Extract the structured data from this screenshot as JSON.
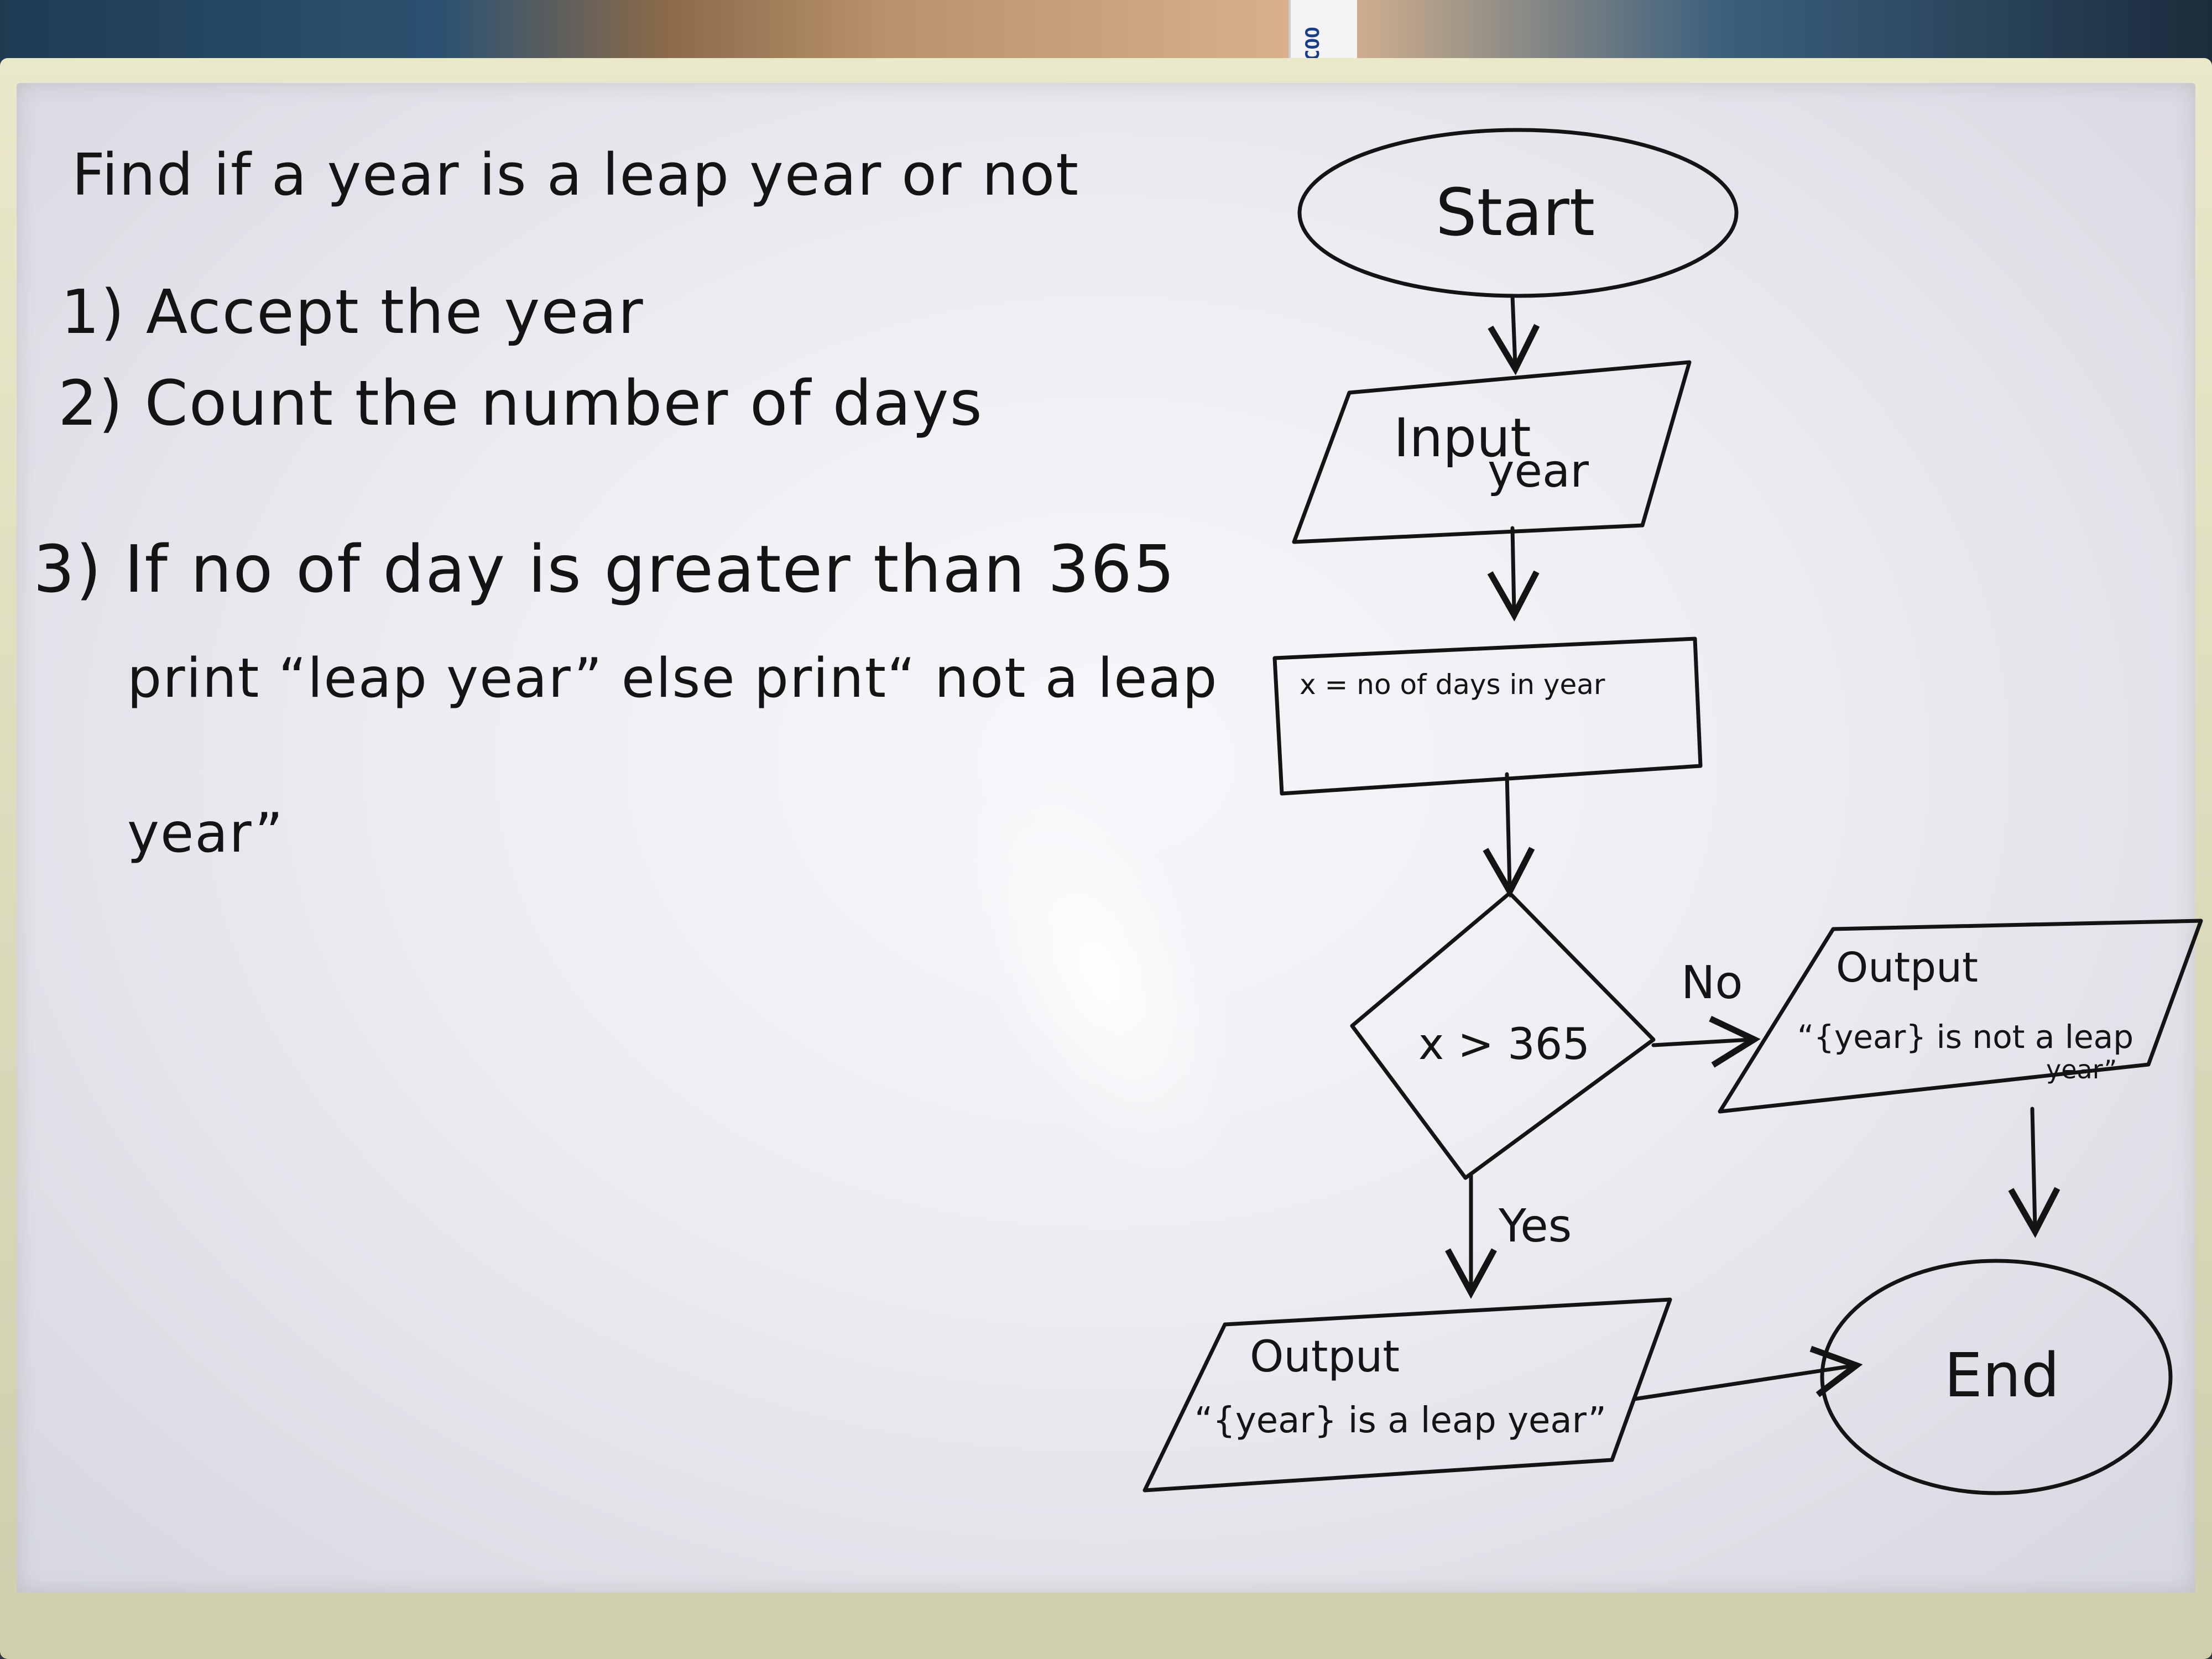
{
  "wall_box_label": "COO",
  "notes": {
    "title": "Find if a year is a leap year or not",
    "step1": "1) Accept the year",
    "step2": "2) Count the number of days",
    "step3_line1": "3) If no of day is greater than 365",
    "step3_line2": "print “leap year” else print“ not a leap",
    "step3_line3": "year”"
  },
  "flowchart": {
    "start": "Start",
    "input_line1": "Input",
    "input_line2": "year",
    "process": "x = no of days in year",
    "decision": "x > 365",
    "no_label": "No",
    "yes_label": "Yes",
    "output_no_title": "Output",
    "output_no_line1": "“{year} is not a leap",
    "output_no_line2": "year”",
    "output_yes_title": "Output",
    "output_yes_text": "“{year} is a leap year”",
    "end": "End"
  }
}
